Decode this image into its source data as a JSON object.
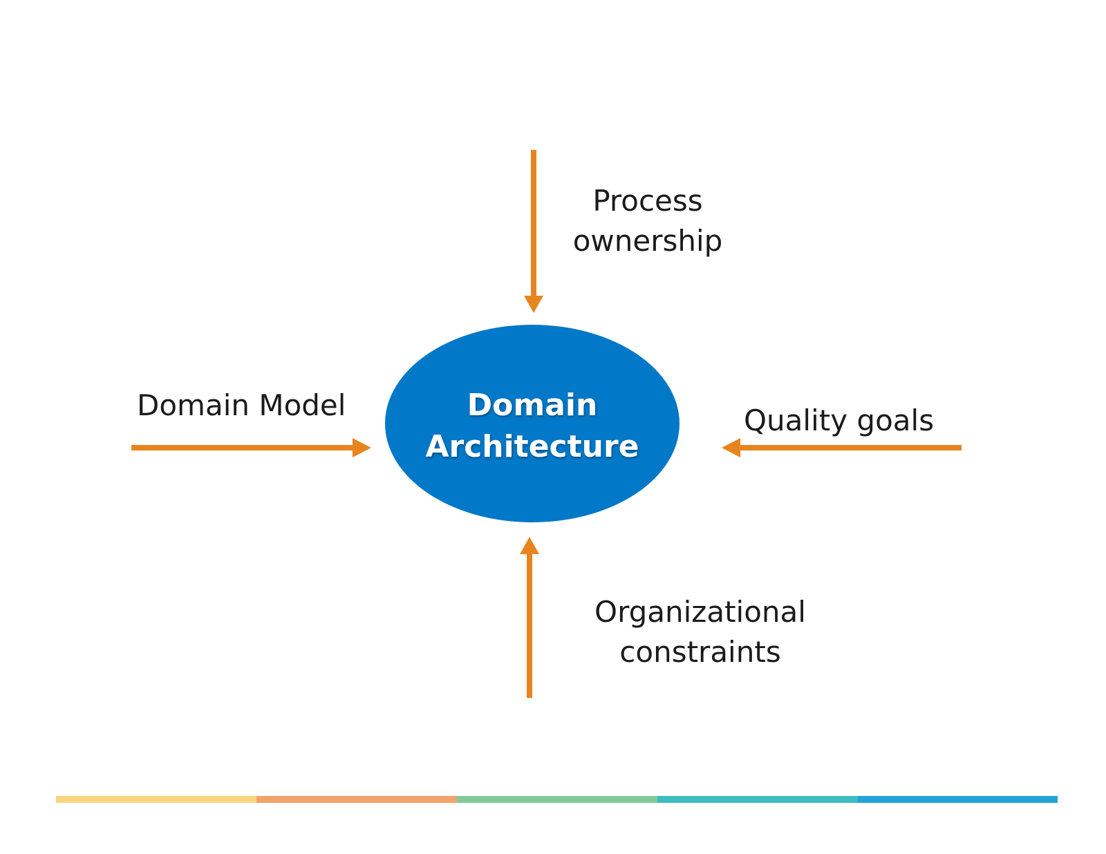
{
  "center": {
    "line1": "Domain",
    "line2": "Architecture",
    "fill_color": "#0278c9"
  },
  "inputs": {
    "top": {
      "line1": "Process",
      "line2": "ownership"
    },
    "left": {
      "text": "Domain Model"
    },
    "right": {
      "text": "Quality goals"
    },
    "bottom": {
      "line1": "Organizational",
      "line2": "constraints"
    }
  },
  "arrow_color": "#e8841d",
  "footer_bar_colors": [
    "#f7d57b",
    "#f2a26b",
    "#82c99a",
    "#3dbdc1",
    "#22a4d8"
  ]
}
